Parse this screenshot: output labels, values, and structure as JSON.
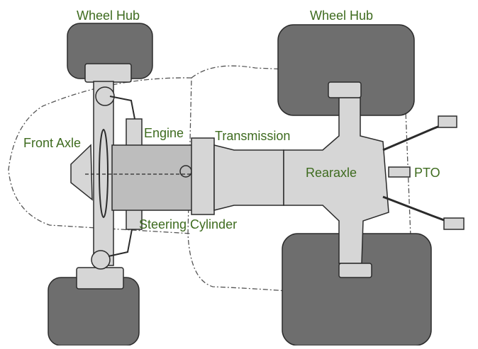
{
  "labels": {
    "wheel_hub_left": "Wheel Hub",
    "wheel_hub_right": "Wheel Hub",
    "front_axle": "Front Axle",
    "engine": "Engine",
    "transmission": "Transmission",
    "rear_axle": "Rearaxle",
    "pto": "PTO",
    "steering_cylinder": "Steering Cylinder"
  },
  "colors": {
    "label_text": "#3e6b1f",
    "tire_fill": "#6e6e6e",
    "body_fill": "#d6d6d6",
    "outline": "#2b2b2b",
    "dash_outline": "#555555"
  }
}
